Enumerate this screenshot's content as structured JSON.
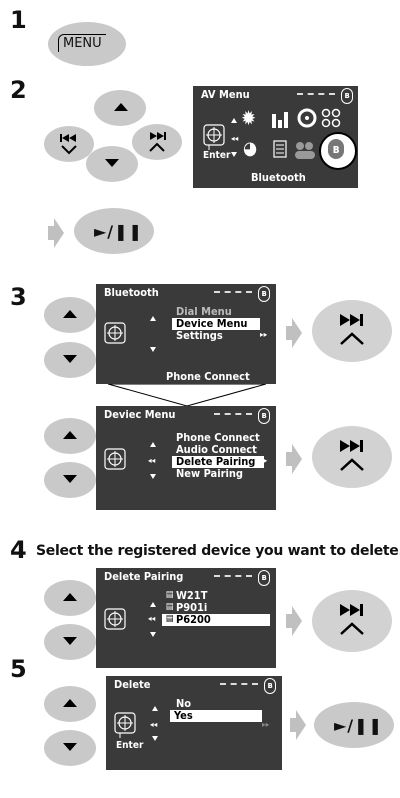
{
  "steps": [
    "1",
    "2",
    "3",
    "4",
    "5"
  ],
  "menu_button": {
    "label": "MENU"
  },
  "play_pause": {
    "label": "►/❚❚"
  },
  "av_menu": {
    "title": "AV Menu",
    "bluetooth_label": "Bluetooth",
    "enter_label": "Enter",
    "icons": [
      "gear-icon",
      "equalizer-icon",
      "disc-icon",
      "grid-icon",
      "clock-icon",
      "document-icon",
      "people-icon",
      "bluetooth-icon"
    ]
  },
  "bluetooth_menu": {
    "title": "Bluetooth",
    "items": [
      "Dial Menu",
      "Device Menu",
      "Settings"
    ],
    "selected": "Device Menu",
    "footer": "Phone Connect"
  },
  "device_menu": {
    "title": "Deviec Menu",
    "items": [
      "Phone Connect",
      "Audio Connect",
      "Delete Pairing",
      "New Pairing"
    ],
    "selected": "Delete Pairing"
  },
  "step4_instruction": "Select the registered device you want to delete.",
  "delete_pairing": {
    "title": "Delete Pairing",
    "items": [
      "W21T",
      "P901i",
      "P6200"
    ],
    "selected": "P6200"
  },
  "delete_confirm": {
    "title": "Delete",
    "items": [
      "No",
      "Yes"
    ],
    "selected": "Yes",
    "enter_label": "Enter"
  },
  "colors": {
    "screen_bg": "#3a3a3a",
    "button_gray": "#c9c9c9",
    "arrow_gray": "#d0d0d0"
  }
}
